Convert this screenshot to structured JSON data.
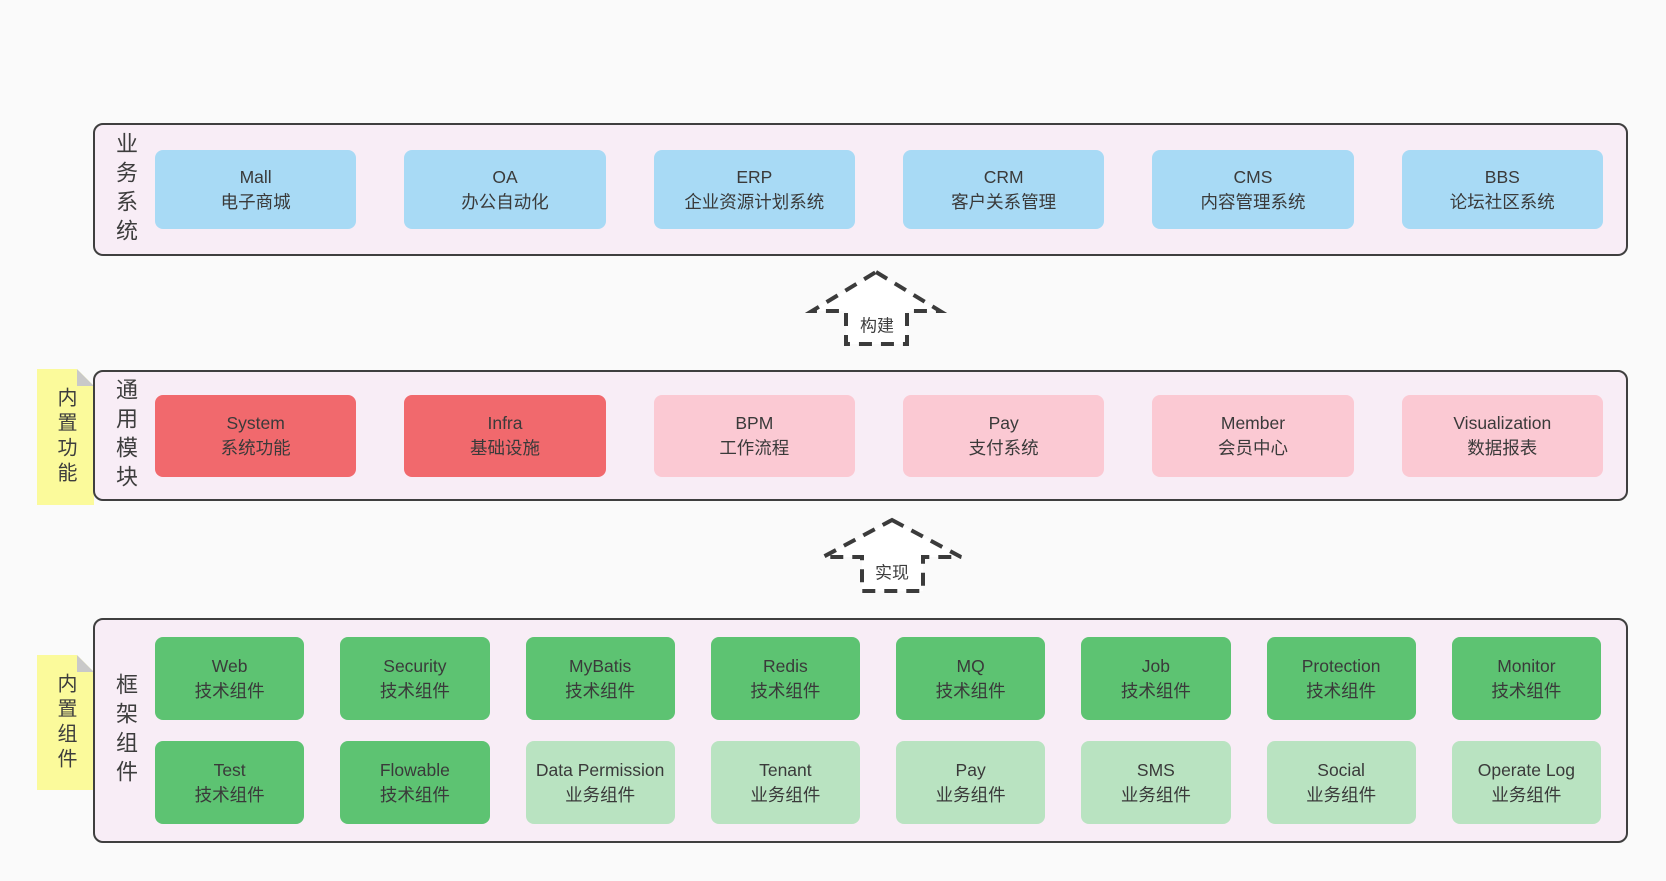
{
  "colors": {
    "page_background": "#fafafa",
    "layer_background": "#f8edf6",
    "layer_border": "#3f3f3f",
    "blue_box": "#a8daf5",
    "red_box": "#f1696d",
    "pink_box": "#fbc9d3",
    "green_box": "#5dc372",
    "light_green_box": "#b9e3c1",
    "sticky_note": "#fbfa9b",
    "note_fold": "#c9c9c9",
    "arrow_stroke": "#3b3b3b"
  },
  "layers": [
    {
      "label": "业务系统",
      "boxes": [
        {
          "en": "Mall",
          "zh": "电子商城"
        },
        {
          "en": "OA",
          "zh": "办公自动化"
        },
        {
          "en": "ERP",
          "zh": "企业资源计划系统"
        },
        {
          "en": "CRM",
          "zh": "客户关系管理"
        },
        {
          "en": "CMS",
          "zh": "内容管理系统"
        },
        {
          "en": "BBS",
          "zh": "论坛社区系统"
        }
      ]
    },
    {
      "label": "通用模块",
      "note": "内置功能",
      "boxes": [
        {
          "en": "System",
          "zh": "系统功能"
        },
        {
          "en": "Infra",
          "zh": "基础设施"
        },
        {
          "en": "BPM",
          "zh": "工作流程"
        },
        {
          "en": "Pay",
          "zh": "支付系统"
        },
        {
          "en": "Member",
          "zh": "会员中心"
        },
        {
          "en": "Visualization",
          "zh": "数据报表"
        }
      ]
    },
    {
      "label": "框架组件",
      "note": "内置组件",
      "boxes": [
        {
          "en": "Web",
          "zh": "技术组件"
        },
        {
          "en": "Security",
          "zh": "技术组件"
        },
        {
          "en": "MyBatis",
          "zh": "技术组件"
        },
        {
          "en": "Redis",
          "zh": "技术组件"
        },
        {
          "en": "MQ",
          "zh": "技术组件"
        },
        {
          "en": "Job",
          "zh": "技术组件"
        },
        {
          "en": "Protection",
          "zh": "技术组件"
        },
        {
          "en": "Monitor",
          "zh": "技术组件"
        },
        {
          "en": "Test",
          "zh": "技术组件"
        },
        {
          "en": "Flowable",
          "zh": "技术组件"
        },
        {
          "en": "Data Permission",
          "zh": "业务组件"
        },
        {
          "en": "Tenant",
          "zh": "业务组件"
        },
        {
          "en": "Pay",
          "zh": "业务组件"
        },
        {
          "en": "SMS",
          "zh": "业务组件"
        },
        {
          "en": "Social",
          "zh": "业务组件"
        },
        {
          "en": "Operate Log",
          "zh": "业务组件"
        }
      ]
    }
  ],
  "arrows": [
    {
      "label": "构建"
    },
    {
      "label": "实现"
    }
  ]
}
